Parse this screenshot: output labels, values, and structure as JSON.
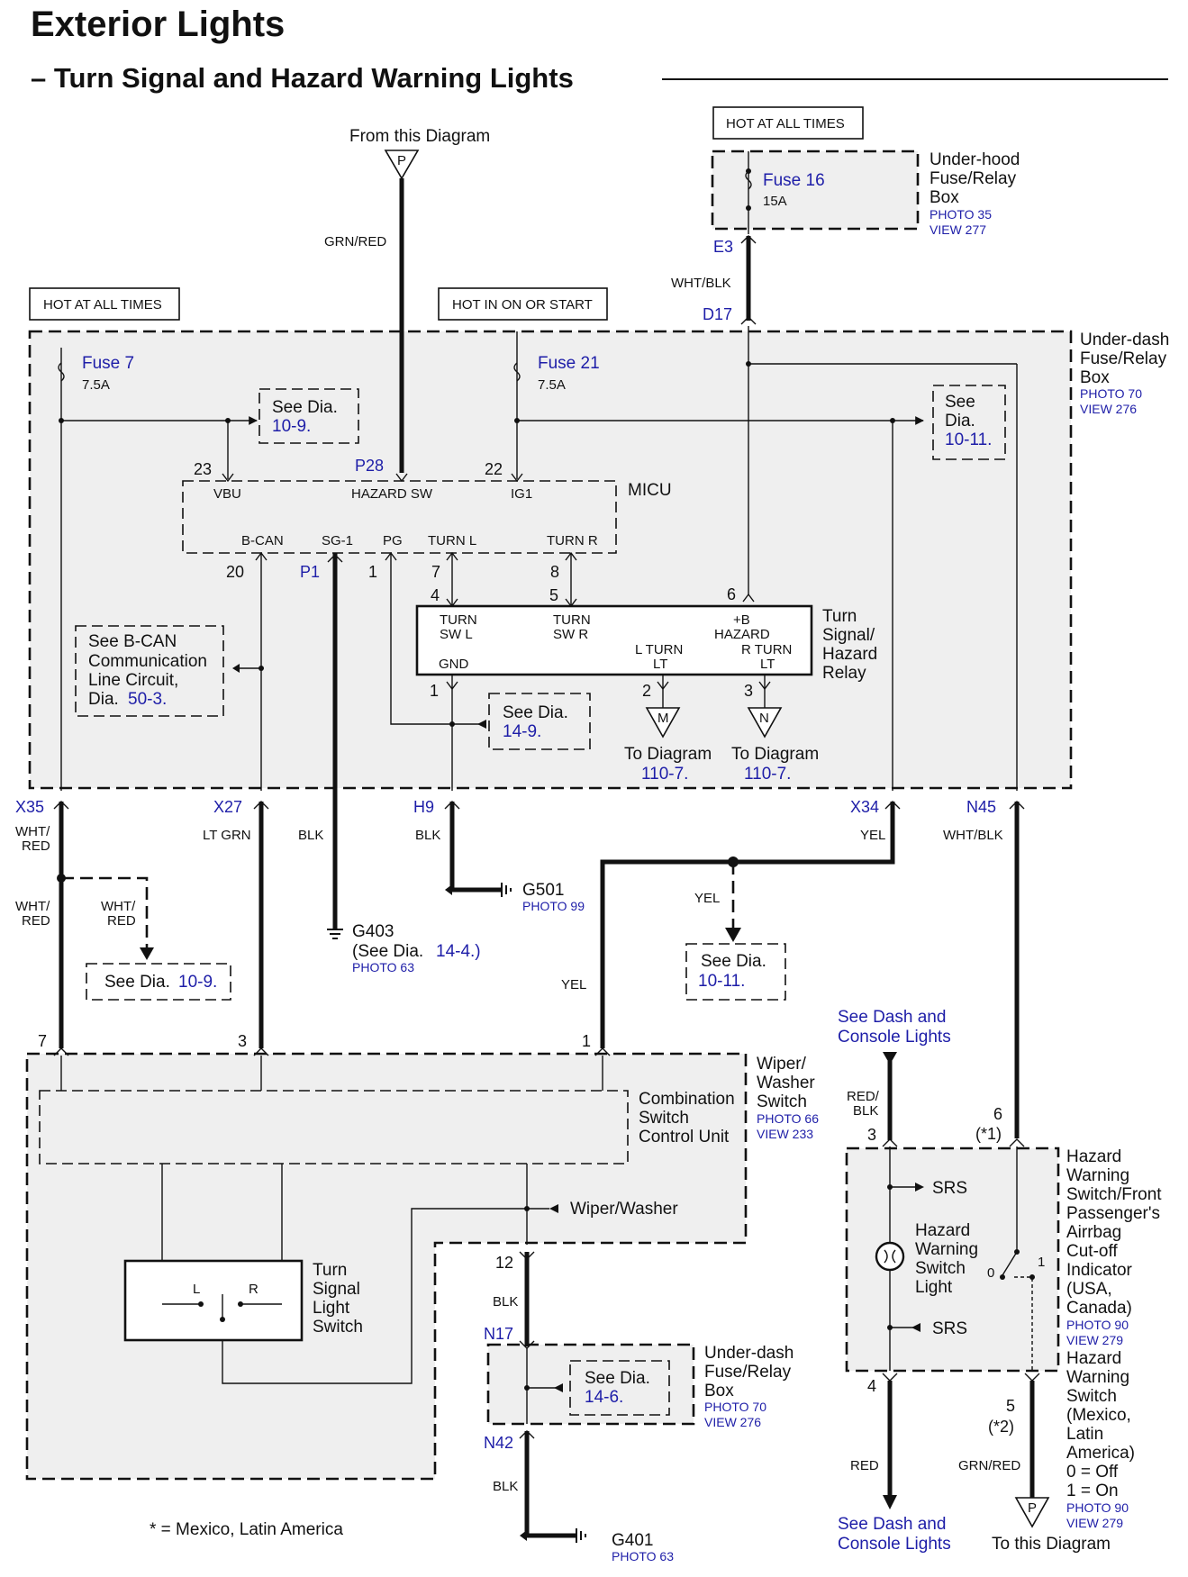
{
  "title": "Exterior Lights",
  "subtitle": "– Turn Signal and Hazard Warning Lights",
  "footnote": "* = Mexico, Latin America",
  "top": {
    "from_label": "From this Diagram",
    "from_connector": "P",
    "grn_red": "GRN/RED",
    "hot_uh": "HOT AT ALL TIMES",
    "fuse16": "Fuse 16",
    "fuse16_rating": "15A",
    "uh_box": [
      "Under-hood",
      "Fuse/Relay",
      "Box"
    ],
    "uh_photo": "PHOTO 35",
    "uh_view": "VIEW 277",
    "e3": "E3",
    "wht_blk": "WHT/BLK",
    "d17": "D17"
  },
  "under_dash": {
    "hot_left": "HOT AT ALL TIMES",
    "hot_mid": "HOT IN ON OR START",
    "fuse7": "Fuse 7",
    "fuse7_rating": "7.5A",
    "fuse21": "Fuse 21",
    "fuse21_rating": "7.5A",
    "box_label": [
      "Under-dash",
      "Fuse/Relay",
      "Box"
    ],
    "photo": "PHOTO 70",
    "view": "VIEW 276",
    "see_109": [
      "See Dia.",
      "10-9."
    ],
    "see_1011": [
      "See",
      "Dia.",
      "10-11."
    ],
    "see_bcan": [
      "See B-CAN",
      "Communication",
      "Line Circuit,",
      "Dia.",
      "50-3."
    ],
    "see_149": [
      "See Dia.",
      "14-9."
    ]
  },
  "micu": {
    "label": "MICU",
    "pin23": "23",
    "vbu": "VBU",
    "p28": "P28",
    "hazard_sw": "HAZARD SW",
    "pin22": "22",
    "ig1": "IG1",
    "bcan": "B-CAN",
    "sg1": "SG-1",
    "pg": "PG",
    "turnl": "TURN L",
    "turnr": "TURN R",
    "pin20": "20",
    "p1": "P1",
    "pin1": "1",
    "pin7": "7",
    "pin8": "8"
  },
  "relay": {
    "label": [
      "Turn",
      "Signal/",
      "Hazard",
      "Relay"
    ],
    "pin4": "4",
    "pin5": "5",
    "pin6": "6",
    "turn_sw_l": [
      "TURN",
      "SW L"
    ],
    "turn_sw_r": [
      "TURN",
      "SW R"
    ],
    "b_hazard": [
      "+B",
      "HAZARD"
    ],
    "l_turn": [
      "L TURN",
      "LT"
    ],
    "r_turn": [
      "R TURN",
      "LT"
    ],
    "gnd": "GND",
    "pin1": "1",
    "pin2": "2",
    "pin3": "3",
    "m": "M",
    "n": "N",
    "to_diag_m": [
      "To Diagram",
      "110-7."
    ],
    "to_diag_n": [
      "To Diagram",
      "110-7."
    ]
  },
  "mid": {
    "x35": "X35",
    "x27": "X27",
    "h9": "H9",
    "x34": "X34",
    "n45": "N45",
    "wht_red": [
      "WHT/",
      "RED"
    ],
    "lt_grn": "LT GRN",
    "blk": "BLK",
    "yel": "YEL",
    "wht_blk": "WHT/BLK",
    "wht_red2": [
      "WHT/",
      "RED"
    ],
    "wht_red3": [
      "WHT/",
      "RED"
    ],
    "see_109b": [
      "See Dia.",
      "10-9."
    ],
    "g403": "G403",
    "g403_see": [
      "(See Dia.",
      "14-4.)"
    ],
    "g403_photo": "PHOTO 63",
    "g501": "G501",
    "g501_photo": "PHOTO 99",
    "yel2": "YEL",
    "see_1011b": [
      "See Dia.",
      "10-11."
    ],
    "yel3": "YEL"
  },
  "wiper": {
    "pin7": "7",
    "pin3": "3",
    "pin1": "1",
    "label": [
      "Wiper/",
      "Washer",
      "Switch"
    ],
    "photo": "PHOTO 66",
    "view": "VIEW 233",
    "ccu": [
      "Combination",
      "Switch",
      "Control Unit"
    ],
    "wiper_washer": "Wiper/Washer",
    "tsl": [
      "Turn",
      "Signal",
      "Light",
      "Switch"
    ],
    "l": "L",
    "r": "R"
  },
  "bottom_mid": {
    "pin12": "12",
    "blk": "BLK",
    "n17": "N17",
    "box": [
      "Under-dash",
      "Fuse/Relay",
      "Box"
    ],
    "photo": "PHOTO 70",
    "view": "VIEW 276",
    "see_146": [
      "See Dia.",
      "14-6."
    ],
    "n42": "N42",
    "blk2": "BLK",
    "g401": "G401",
    "g401_photo": "PHOTO 63"
  },
  "hazard": {
    "see_dash_top": [
      "See Dash and",
      "Console Lights"
    ],
    "red_blk": [
      "RED/",
      "BLK"
    ],
    "pin3": "3",
    "pin6": "6",
    "star1": "(*1)",
    "srs1": "SRS",
    "srs2": "SRS",
    "hwsl": [
      "Hazard",
      "Warning",
      "Switch",
      "Light"
    ],
    "zero": "0",
    "one": "1",
    "pin4": "4",
    "pin5": "5",
    "star2": "(*2)",
    "red": "RED",
    "grn_red": "GRN/RED",
    "see_dash_bot": [
      "See Dash and",
      "Console Lights"
    ],
    "p": "P",
    "to_this": "To this Diagram",
    "sw_label": [
      "Hazard",
      "Warning",
      "Switch/Front",
      "Passenger's",
      "Airrbag",
      "Cut-off",
      "Indicator",
      "(USA,",
      "Canada)"
    ],
    "photo1": "PHOTO 90",
    "view1": "VIEW 279",
    "sw2_label": [
      "Hazard",
      "Warning",
      "Switch",
      "(Mexico,",
      "Latin",
      "America)",
      "0 = Off",
      "1 = On"
    ],
    "photo2": "PHOTO 90",
    "view2": "VIEW 279"
  }
}
